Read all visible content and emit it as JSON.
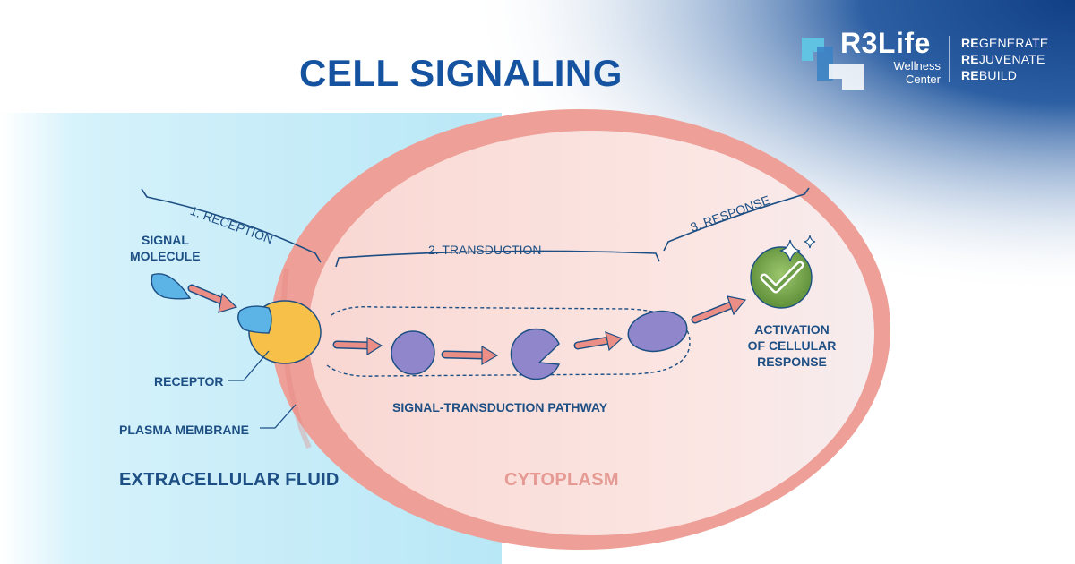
{
  "title": "CELL SIGNALING",
  "brand": {
    "name": "R3Life",
    "line1": "Wellness",
    "line2": "Center",
    "prefix": "RE",
    "taglines": [
      {
        "prefix": "RE",
        "rest": "GENERATE"
      },
      {
        "prefix": "RE",
        "rest": "JUVENATE"
      },
      {
        "prefix": "RE",
        "rest": "BUILD"
      }
    ]
  },
  "stages": {
    "reception": "1. RECEPTION",
    "transduction": "2. TRANSDUCTION",
    "response": "3. RESPONSE"
  },
  "labels": {
    "signal_line1": "SIGNAL",
    "signal_line2": "MOLECULE",
    "receptor": "RECEPTOR",
    "membrane": "PLASMA MEMBRANE",
    "pathway": "SIGNAL-TRANSDUCTION PATHWAY",
    "activation_line1": "ACTIVATION",
    "activation_line2": "OF CELLULAR",
    "activation_line3": "RESPONSE"
  },
  "regions": {
    "extracellular": "EXTRACELLULAR FLUID",
    "cytoplasm": "CYTOPLASM"
  },
  "icons": [
    "brand-logo-icon",
    "signal-molecule-icon",
    "receptor-icon",
    "relay-molecule-icon",
    "check-badge-icon",
    "sparkle-icon"
  ],
  "colors": {
    "title": "#1553a0",
    "text": "#1d4f84",
    "cytoplasm_text": "#e59a94",
    "membrane": "#ec9d95",
    "extracellular": "#c5ecf8",
    "receptor": "#f6c049",
    "relay": "#8f86cc",
    "arrow": "#eb8e85",
    "check": "#6f9e4a"
  }
}
